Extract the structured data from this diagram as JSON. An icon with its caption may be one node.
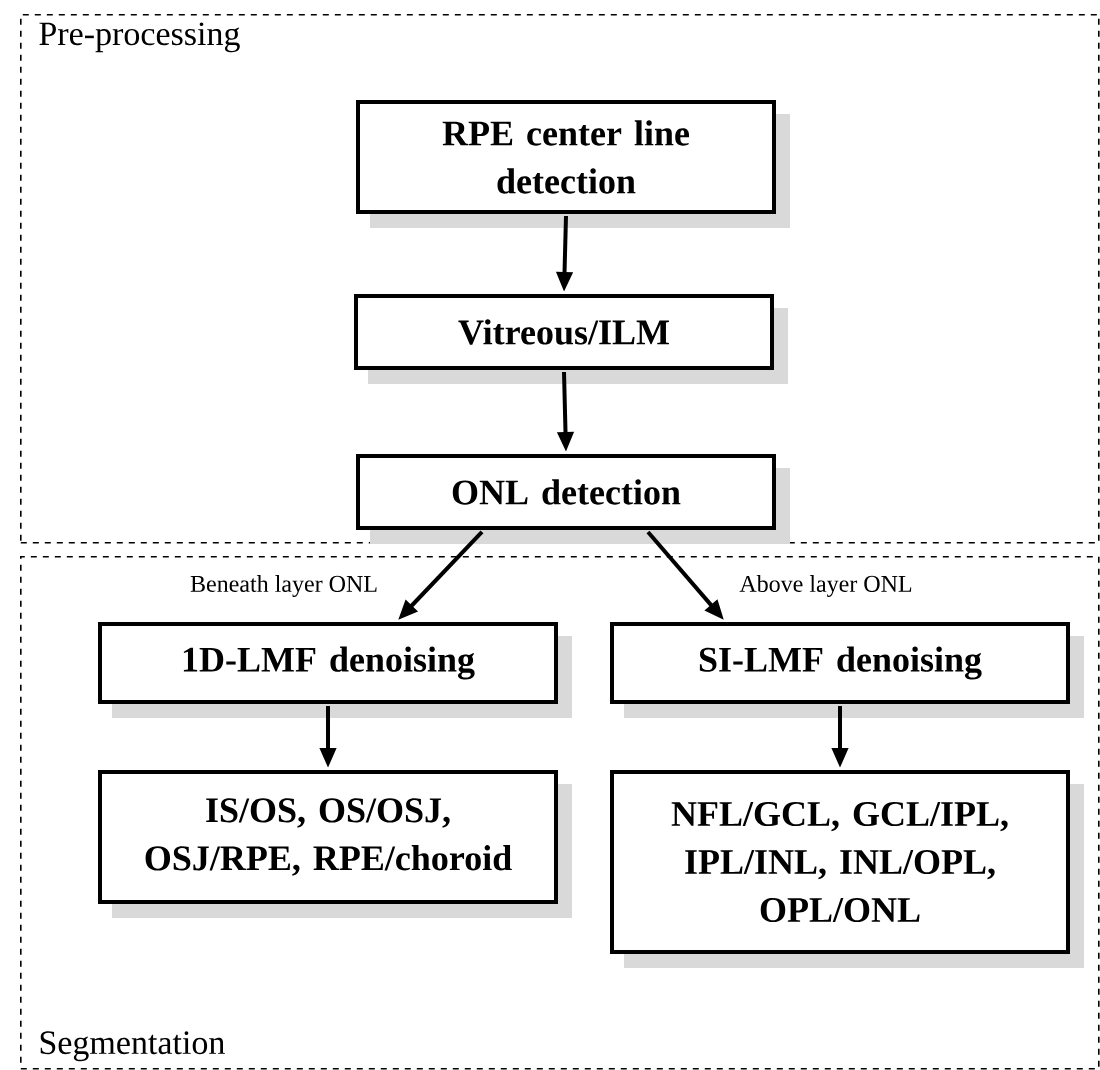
{
  "diagram": {
    "nodes": [
      {
        "text": [
          "Pre-processing"
        ]
      },
      {
        "text": [
          "RPE center line detection"
        ],
        "in": 0
      },
      {
        "text": [
          "Vitreous/ILM"
        ],
        "in": 0
      },
      {
        "text": [
          "ONL detection"
        ],
        "in": 0
      },
      {
        "text": [
          "Segmentation"
        ]
      },
      {
        "text": [
          "1D-LMF denoising"
        ],
        "in": 4
      },
      {
        "text": [
          "SI-LMF denoising"
        ],
        "in": 4
      },
      {
        "text": [
          "IS/OS, OS/OSJ, OSJ/RPE, RPE/choroid"
        ],
        "in": 4
      },
      {
        "text": [
          "NFL/GCL, GCL/IPL, IPL/INL, INL/OPL, OPL/ONL"
        ],
        "in": 4
      }
    ],
    "edges": [
      {
        "from": 1,
        "to": 2,
        "arrow": "to"
      },
      {
        "from": 2,
        "to": 3,
        "arrow": "to"
      },
      {
        "from": 3,
        "to": 5,
        "arrow": "to",
        "label": "Beneath layer ONL"
      },
      {
        "from": 3,
        "to": 6,
        "arrow": "to",
        "label": "Above layer ONL"
      },
      {
        "from": 5,
        "to": 7,
        "arrow": "to"
      },
      {
        "from": 6,
        "to": 8,
        "arrow": "to"
      }
    ]
  }
}
